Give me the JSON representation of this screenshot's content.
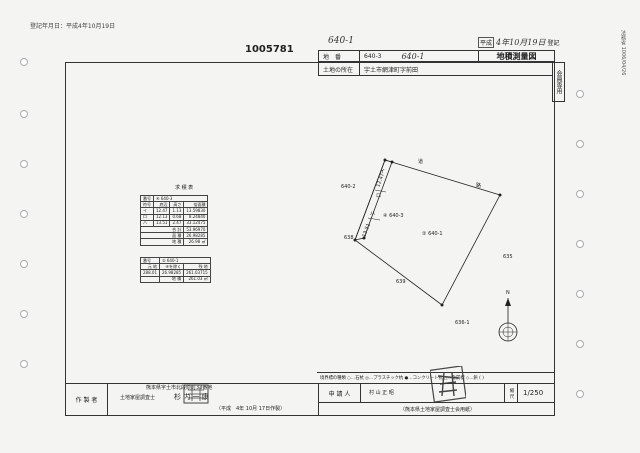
{
  "stamp_top": "登記年月日：平成4年10月19日",
  "doc_number": "1005781",
  "handwritten_top": "640-1",
  "reception": {
    "prefix": "平成",
    "date": "4年10月19日",
    "suffix": "登記"
  },
  "title_box": "地積測量図",
  "header": {
    "chiban_label": "地　番",
    "chiban_value": "640-3",
    "chiban_hand": "640-1",
    "location_label": "土地の所在",
    "location_value": "宇土市網津町字前田"
  },
  "side_tab": "会員専用",
  "right_margin": "法務省 1006/04/26",
  "area_table": {
    "title": "求 積 表",
    "head": [
      "番号",
      "④ 640-3",
      ""
    ],
    "cols": [
      "符号",
      "底辺",
      "高さ",
      "倍面積"
    ],
    "rows": [
      [
        "イ",
        "12.47",
        "1.13",
        "13.59830"
      ],
      [
        "ロ",
        "12.13",
        "0.68",
        "8.24840"
      ],
      [
        "ハ",
        "13.51",
        "2.47",
        "33.12475"
      ]
    ],
    "totals": [
      [
        "合 計",
        "53.96970"
      ],
      [
        "面 積",
        "26.98285"
      ],
      [
        "地 積",
        "26.98 ㎡"
      ]
    ]
  },
  "area_table2": {
    "head": [
      "番号",
      "② 640-1"
    ],
    "cols": [
      "元 地",
      "④を除く",
      "残 地"
    ],
    "rows": [
      [
        "288.01",
        "26.98285",
        "261.03715"
      ],
      [
        "",
        "地 積",
        "261.03 ㎡"
      ]
    ]
  },
  "plot_labels": {
    "parcel_small": "④ 640-3",
    "parcel_large": "② 640-1",
    "adj_left": "640-2",
    "adj_bottom_left": "638",
    "adj_bottom": "639",
    "adj_right": "635",
    "adj_bottom_right": "636-1",
    "north": "N",
    "road_top": "道",
    "road_right": "路",
    "mark_i": "イ",
    "mark_ro": "ロ",
    "mark_ha": "ハ",
    "side_12": "12.47",
    "side_13": "13.51"
  },
  "legend": "境界標の種類  ○…石杭  ◎…プラスチック杭  ●…コンクリート杭  △…金属標  ◇…鋲  (  )",
  "footer": {
    "author_label": "作 製 者",
    "author_address": "熊本県宇土市北段原町33番地",
    "author_title": "土地家屋調査士",
    "author_name": "杉 内 一 康",
    "author_date": "（平成　4年 10月 17日作製）",
    "applicant_label": "申 請 人",
    "applicant_name": "村 山 正 昭",
    "scale_label": "縮 尺",
    "scale_value": "1/250",
    "association": "（熊本県土地家屋調査士会用紙）"
  }
}
